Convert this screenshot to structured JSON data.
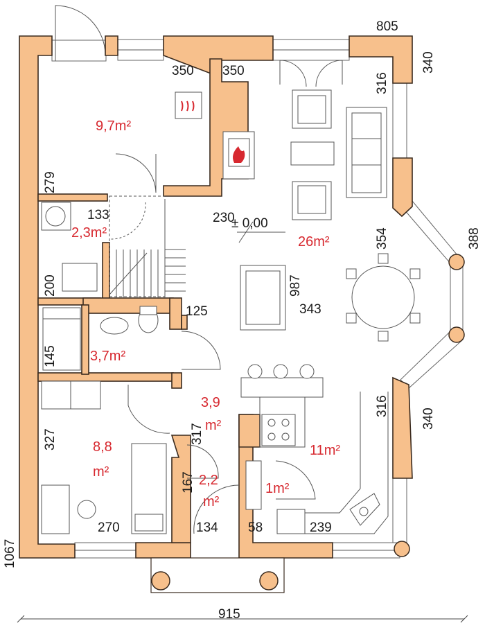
{
  "colors": {
    "wall_fill": "#f7c08c",
    "wall_stroke": "#3a2a1e",
    "area_text": "#d7282f",
    "dim_text": "#1a1a1a"
  },
  "level": "± 0,00",
  "rooms": {
    "boiler": "9,7m²",
    "pantry": "2,3m²",
    "wc": "3,7m²",
    "hall_a": "3,9",
    "hall_b": "m²",
    "bedroom_a": "8,8",
    "bedroom_b": "m²",
    "vestibule_a": "2,2",
    "vestibule_b": "m²",
    "store": "1m²",
    "kitchen": "11m²",
    "living": "26m²"
  },
  "dims": {
    "top_right": "805",
    "right_upper": "340",
    "right_lower": "340",
    "right_bay": "388",
    "bottom_total": "915",
    "left_total": "1067",
    "d350a": "350",
    "d350b": "350",
    "d316a": "316",
    "d316b": "316",
    "d279": "279",
    "d133": "133",
    "d230": "230",
    "d354": "354",
    "d200": "200",
    "d987": "987",
    "d343": "343",
    "d125": "125",
    "d145": "145",
    "d327": "327",
    "d317": "317",
    "d167": "167",
    "d270": "270",
    "d134": "134",
    "d58": "58",
    "d239": "239"
  }
}
